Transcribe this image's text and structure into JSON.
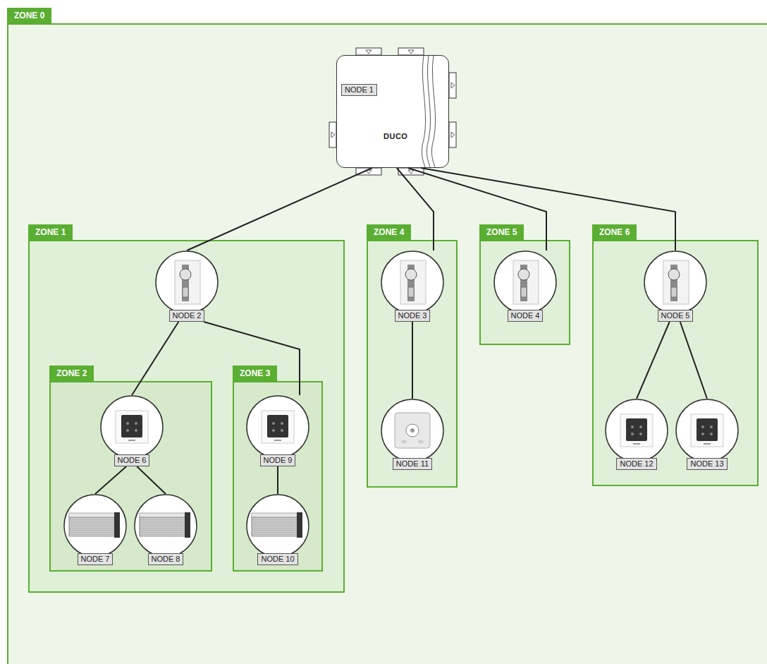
{
  "diagram": {
    "nodes": [
      {
        "text": [
          "ZONE 0"
        ]
      },
      {
        "text": [
          "NODE 1",
          "DUCO"
        ],
        "in": 0
      },
      {
        "text": [
          "ZONE 1"
        ],
        "in": 0
      },
      {
        "text": [
          "NODE 2"
        ],
        "in": 2
      },
      {
        "text": [
          "ZONE 2"
        ],
        "in": 2
      },
      {
        "text": [
          "NODE 6"
        ],
        "in": 4
      },
      {
        "text": [
          "NODE 7"
        ],
        "in": 4
      },
      {
        "text": [
          "NODE 8"
        ],
        "in": 4
      },
      {
        "text": [
          "ZONE 3"
        ],
        "in": 2
      },
      {
        "text": [
          "NODE 9"
        ],
        "in": 8
      },
      {
        "text": [
          "NODE 10"
        ],
        "in": 8
      },
      {
        "text": [
          "ZONE 4"
        ],
        "in": 0
      },
      {
        "text": [
          "NODE 3"
        ],
        "in": 11
      },
      {
        "text": [
          "NODE 11"
        ],
        "in": 11
      },
      {
        "text": [
          "ZONE 5"
        ],
        "in": 0
      },
      {
        "text": [
          "NODE 4"
        ],
        "in": 14
      },
      {
        "text": [
          "ZONE 6"
        ],
        "in": 0
      },
      {
        "text": [
          "NODE 5"
        ],
        "in": 16
      },
      {
        "text": [
          "NODE 12"
        ],
        "in": 16
      },
      {
        "text": [
          "NODE 13"
        ],
        "in": 16
      }
    ],
    "edges": [
      {
        "from": 1,
        "to": 3,
        "arrow": "none"
      },
      {
        "from": 1,
        "to": 12,
        "arrow": "none"
      },
      {
        "from": 1,
        "to": 15,
        "arrow": "none"
      },
      {
        "from": 1,
        "to": 17,
        "arrow": "none"
      },
      {
        "from": 3,
        "to": 5,
        "arrow": "none"
      },
      {
        "from": 3,
        "to": 9,
        "arrow": "none"
      },
      {
        "from": 5,
        "to": 6,
        "arrow": "none"
      },
      {
        "from": 5,
        "to": 7,
        "arrow": "none"
      },
      {
        "from": 9,
        "to": 10,
        "arrow": "none"
      },
      {
        "from": 12,
        "to": 13,
        "arrow": "none"
      },
      {
        "from": 17,
        "to": 18,
        "arrow": "none"
      },
      {
        "from": 17,
        "to": 19,
        "arrow": "none"
      }
    ]
  }
}
